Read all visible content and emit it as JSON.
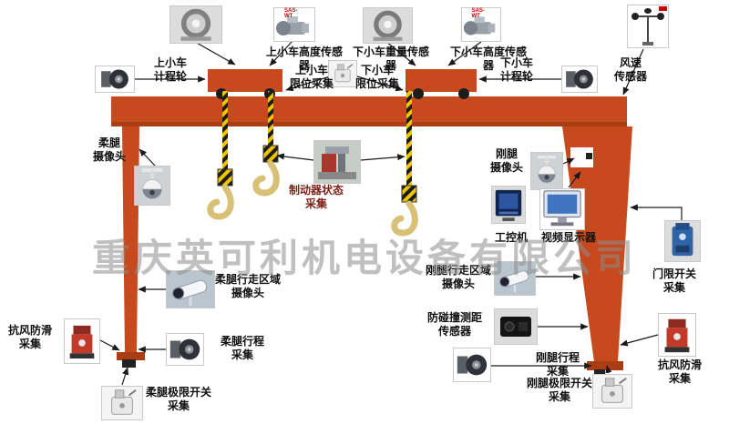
{
  "watermark": "重庆英可利机电设备有限公司",
  "colors": {
    "crane_orange": "#c64a1d",
    "crane_shadow": "#a93d14",
    "hook_stripe_yellow": "#f0c400",
    "hook_stripe_black": "#1c1c1c",
    "hook_body": "#d9c077",
    "label_text": "#101010",
    "brake_label_text": "#7c2218",
    "watermark_gray": "#8d8d8d",
    "badge_red": "#cc0000"
  },
  "badges": {
    "sensor_model": "SAS-WT"
  },
  "labels": {
    "upper_trolley_height_sensor": "上小车高度传感器",
    "lower_trolley_weight_sensor": "下小车重量传感器",
    "lower_trolley_height_sensor": "下小车高度传感器",
    "upper_trolley_odometer": "上小车\n计程轮",
    "lower_trolley_odometer": "下小车\n计程轮",
    "wind_speed_sensor": "风速\n传感器",
    "upper_trolley_limit": "上小车\n限位采集",
    "lower_trolley_limit": "下小车\n限位采集",
    "flexible_leg_camera": "柔腿\n摄像头",
    "rigid_leg_camera": "刚腿\n摄像头",
    "brake_status": "制动器状态\n采集",
    "industrial_computer": "工控机",
    "video_display": "视频显示器",
    "door_limit_switch": "门限开关\n采集",
    "flexible_leg_area_camera": "柔腿行走区域\n摄像头",
    "rigid_leg_area_camera": "刚腿行走区域\n摄像头",
    "anti_collision_sensor": "防碰撞测距\n传感器",
    "anti_wind_left": "抗风防滑\n采集",
    "flexible_leg_travel": "柔腿行程\n采集",
    "rigid_leg_travel": "刚腿行程\n采集",
    "anti_wind_right": "抗风防滑\n采集",
    "flexible_leg_limit": "柔腿极限开关\n采集",
    "rigid_leg_limit": "刚腿极限开关\n采集"
  },
  "icons": {
    "ring-load-sensor-icon": "metal ring load cell",
    "motor-sensor-icon": "encoder motor cylinder",
    "anemometer-icon": "wind cup anemometer",
    "odometer-wheel-icon": "measuring wheel",
    "limit-switch-icon": "travel limit switch",
    "dome-camera-icon": "PTZ dome camera",
    "brake-icon": "brake mechanism",
    "industrial-pc-icon": "industrial computer",
    "monitor-icon": "video display monitor",
    "door-limit-icon": "blue gate limit switch",
    "bullet-camera-icon": "bullet CCTV camera",
    "anti-collision-icon": "black ranging sensor",
    "anti-slip-icon": "red wind-proof anti-slip device"
  }
}
